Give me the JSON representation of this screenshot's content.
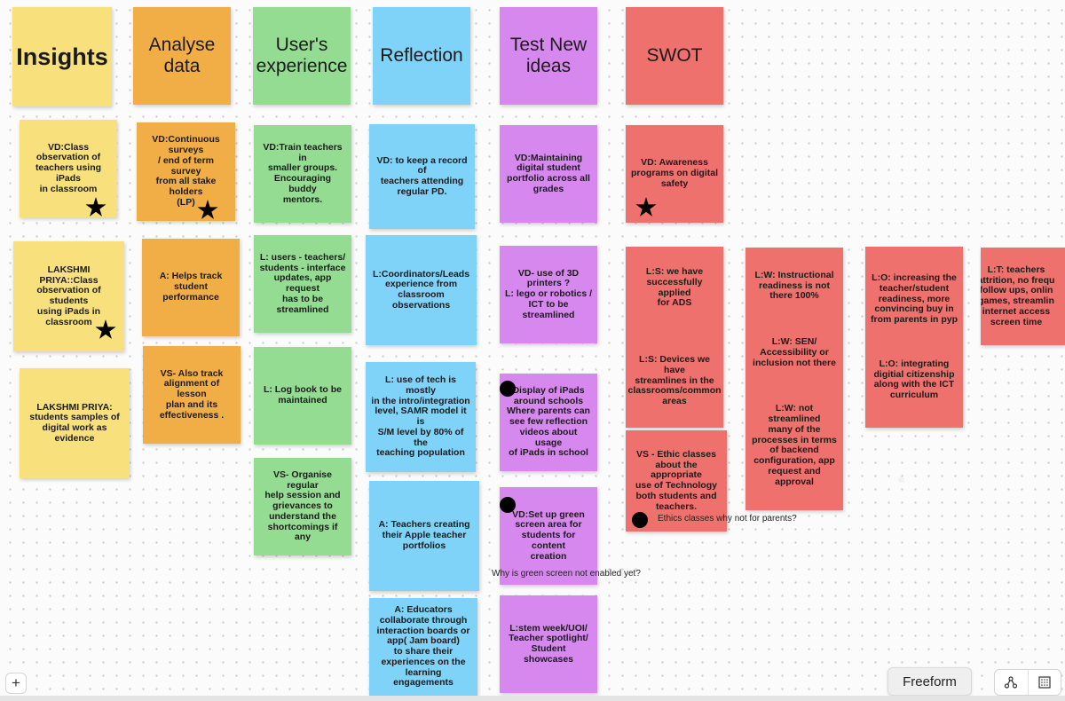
{
  "headers": {
    "insights": "Insights",
    "analyse": "Analyse\ndata",
    "users": "User's\nexperience",
    "reflection": "Reflection",
    "test": "Test New\nideas",
    "swot": "SWOT"
  },
  "notes": {
    "n1": [
      "VD:Class\nobservation of\nteachers using iPads\nin classroom"
    ],
    "n2": [
      "LAKSHMI PRIYA::Class\nobservation of students\nusing iPads in classroom"
    ],
    "n3": [
      "LAKSHMI PRIYA:\nstudents samples of\ndigital work as evidence"
    ],
    "n4": [
      "VD:Continuous\nsurveys\n/ end of term survey\nfrom all stake holders\n(LP)"
    ],
    "n5": [
      "A: Helps track\nstudent performance"
    ],
    "n6": [
      "VS- Also track\nalignment of lesson\nplan and its\neffectiveness ."
    ],
    "n7": [
      "VD:Train teachers in\nsmaller groups.\nEncouraging buddy\nmentors."
    ],
    "n8": [
      "L: users - teachers/\nstudents - interface\nupdates, app request\nhas to be\nstreamlined"
    ],
    "n9": [
      "L: Log book to be\nmaintained"
    ],
    "n10": [
      "VS- Organise regular\nhelp session and\ngrievances to\nunderstand the\nshortcomings if any"
    ],
    "n11": [
      "VD: to keep a record of\nteachers attending\nregular PD."
    ],
    "n12": [
      "L:Coordinators/Leads\nexperience from\nclassroom observations"
    ],
    "n13": [
      "L: use of tech is mostly\nin the intro/integration\nlevel, SAMR model it is\nS/M level by 80% of the\nteaching population"
    ],
    "n14": [
      "A: Teachers creating\ntheir Apple teacher\nportfolios"
    ],
    "n15": [
      "A: Educators\ncollaborate through\ninteraction boards or\napp( Jam board)\nto share their\nexperiences on the\nlearning engagements"
    ],
    "n16": [
      "VD:Maintaining\ndigital student\nportfolio across all\ngrades"
    ],
    "n17": [
      "VD- use of 3D\nprinters ?\nL: lego or robotics /\nICT to be streamlined"
    ],
    "n18": [
      "Display of iPads\naround schools\nWhere parents can\nsee few reflection\nvideos about usage\nof iPads in school"
    ],
    "n19": [
      "VD:Set up green\nscreen area for\nstudents for content\ncreation"
    ],
    "n20": [
      "L:stem week/UOI/\nTeacher spotlight/\nStudent showcases"
    ],
    "n21": [
      "VD: Awareness\nprograms on digital\nsafety"
    ],
    "n22": [
      "L:S: we have\nsuccessfully applied\nfor ADS",
      "L:S: Devices we have\nstreamlines in the\nclassrooms/common\nareas"
    ],
    "n23": [
      "VS - Ethic classes\nabout the appropriate\nuse of Technology\nboth students and\nteachers."
    ],
    "n24": [
      "L:W: Instructional\nreadiness is not\nthere 100%",
      "L:W: SEN/\nAccessibility or\ninclusion not there",
      "L:W: not streamlined\nmany of the\nprocesses in terms\nof backend\nconfiguration, app\nrequest and approval"
    ],
    "n25": [
      "L:O: increasing the\nteacher/student\nreadiness, more\nconvincing buy in\nfrom parents in pyp",
      "L:O:  integrating\ndigitial citizenship\nalong with the ICT\ncurriculum"
    ],
    "n26": [
      "L:T: teachers\nattrition, no frequ\nfollow ups, onlin\ngames, streamlin\ninternet access\nscreen time"
    ]
  },
  "comments": {
    "green_screen": "Why is green screen not enabled yet?",
    "ethics": "Ethics classes why not for parents?"
  },
  "toolbar": {
    "zoom_label": "+",
    "app_name": "Freeform",
    "tools": [
      "shape-tool-icon",
      "sticky-grid-icon"
    ]
  },
  "colors": {
    "yellow": "#f8e17c",
    "orange": "#f2ae46",
    "green": "#95dc93",
    "blue": "#7fd2f8",
    "purple": "#d788ef",
    "red": "#ee716d"
  }
}
